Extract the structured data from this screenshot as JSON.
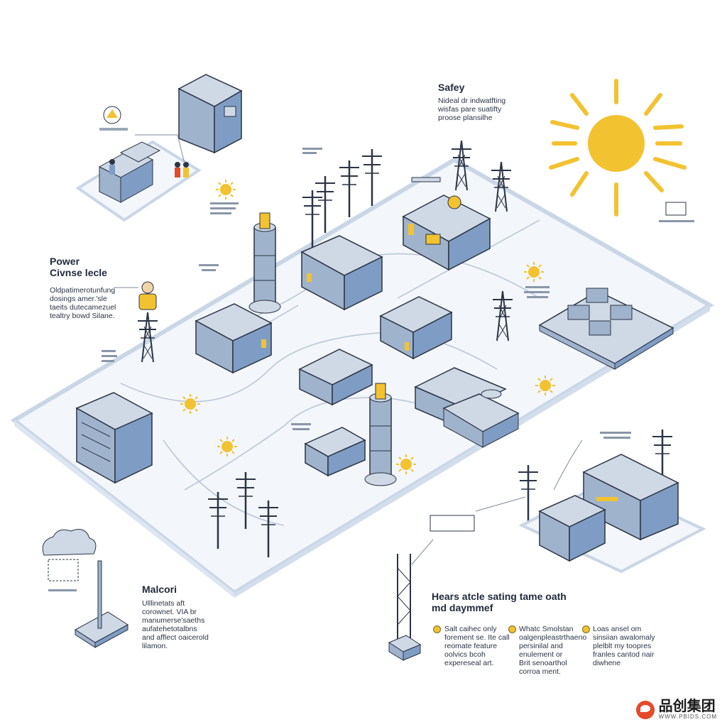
{
  "colors": {
    "ground": "#f3f6fa",
    "ground_edge": "#c9d6e6",
    "bldg_top": "#cfd9e6",
    "bldg_left": "#9fb3cc",
    "bldg_right": "#7f9dc4",
    "accent_yellow": "#f2c230",
    "line": "#2b3444"
  },
  "labels": {
    "safety_title": "Safey",
    "safety_body": "Nideal dr indwatfting\nwisfas pare suatifty\nproose plansilhe",
    "power_title": "Power\nCivnse lecle",
    "power_body": "Oldpatimerotunfung\ndosings amer.'sle\ntaeits dutecamezuel\ntealtry bowd Silane.",
    "malcori_title": "Malcori",
    "malcori_body": "Ulllinetats aft\ncorownet. VIA br\nmanumerse'saeths\naufatehetotalbns\nand afflect oaicerold\nlilamon.",
    "hearts_title": "Hears atcle sating tame oath\nmd daymmef",
    "col1": "Salt caihec only\nforement se. Ite call\nreomate feature\noolvics bcoh\nexpereseal art.",
    "col2": "Whatc Smolstan\noalgenpleastrthaeno\npersinilal and\nenulement or\nBrit senoarthol\ncorroa ment.",
    "col3": "Loas ansel om\nsinsiian awalomaly\nplelblt my toopres\nfranles cantod nair\ndiwhene"
  },
  "logo": {
    "text": "品创集团",
    "sub": "WWW.PBIDS.COM"
  }
}
